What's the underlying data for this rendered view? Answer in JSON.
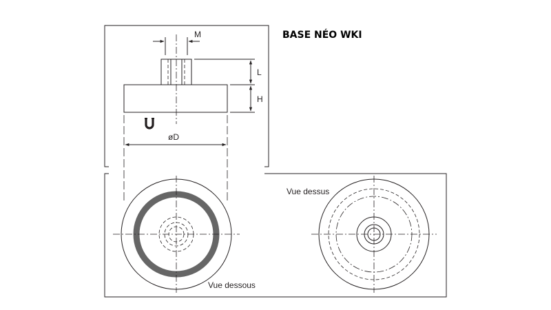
{
  "title": "BASE NÉO WKI",
  "dimensions": {
    "thread": "M",
    "stud_length": "L",
    "height": "H",
    "diameter": "øD"
  },
  "views": {
    "bottom": "Vue dessous",
    "top": "Vue dessus"
  },
  "magnet_symbol": "U",
  "colors": {
    "line": "#231f20",
    "magnet_ring": "#666666",
    "background": "#ffffff"
  }
}
